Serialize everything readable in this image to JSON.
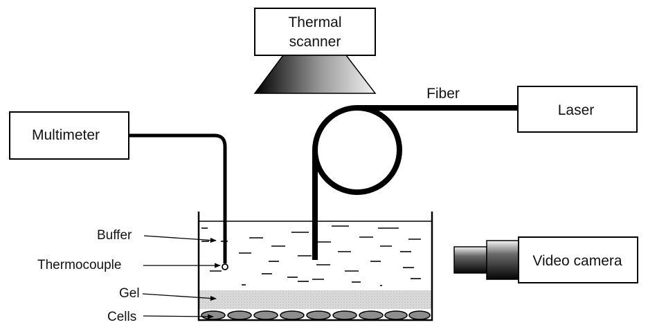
{
  "diagram": {
    "thermal_scanner_line1": "Thermal",
    "thermal_scanner_line2": "scanner",
    "laser": "Laser",
    "fiber": "Fiber",
    "multimeter": "Multimeter",
    "video_camera": "Video camera",
    "labels": {
      "buffer": "Buffer",
      "thermocouple": "Thermocouple",
      "gel": "Gel",
      "cells": "Cells"
    }
  }
}
